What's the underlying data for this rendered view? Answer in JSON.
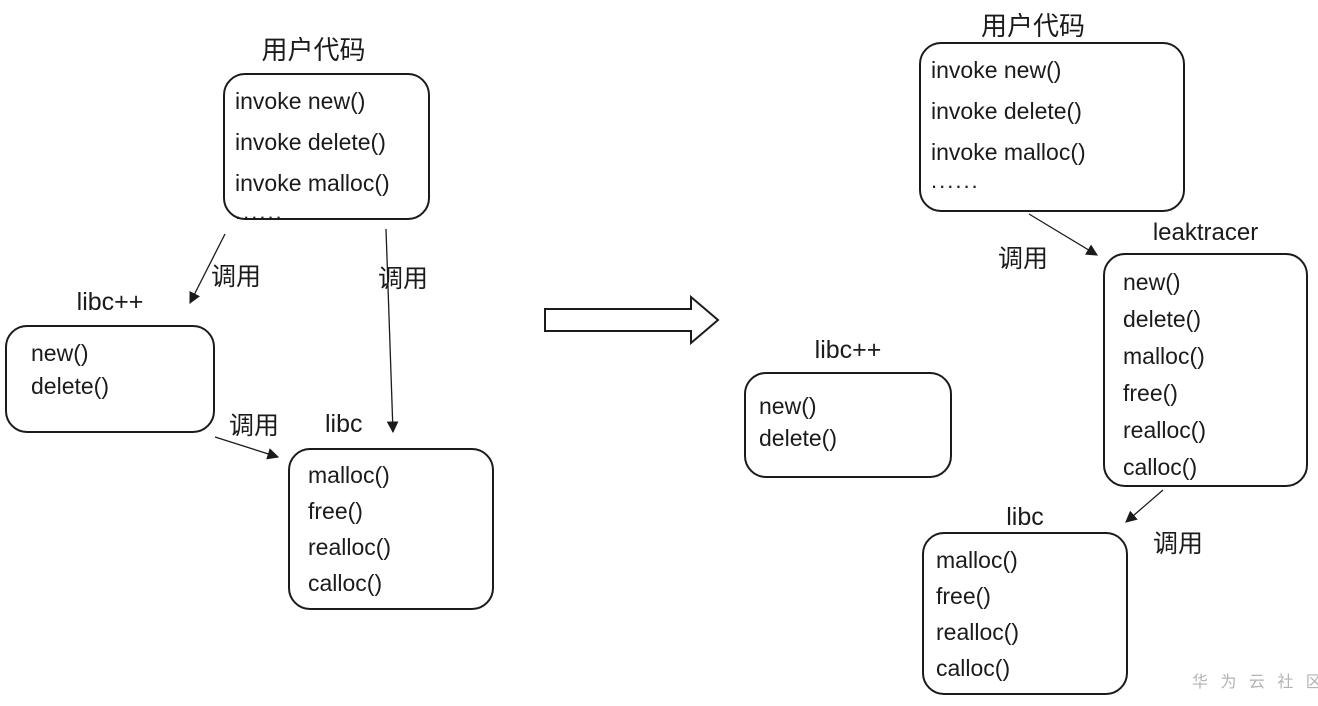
{
  "diagram": {
    "left": {
      "user_code": {
        "title": "用户代码",
        "lines": [
          "invoke new()",
          "invoke delete()",
          "invoke malloc()",
          "......"
        ]
      },
      "libcpp": {
        "title": "libc++",
        "lines": [
          "new()",
          "delete()"
        ]
      },
      "libc": {
        "title": "libc",
        "lines": [
          "malloc()",
          "free()",
          "realloc()",
          "calloc()"
        ]
      },
      "call_to_libcpp": "调用",
      "call_to_libc": "调用",
      "call_libcpp_to_libc": "调用"
    },
    "right": {
      "user_code": {
        "title": "用户代码",
        "lines": [
          "invoke new()",
          "invoke delete()",
          "invoke malloc()",
          "......"
        ]
      },
      "leaktracer": {
        "title": "leaktracer",
        "lines": [
          "new()",
          "delete()",
          "malloc()",
          "free()",
          "realloc()",
          "calloc()"
        ]
      },
      "libcpp": {
        "title": "libc++",
        "lines": [
          "new()",
          "delete()"
        ]
      },
      "libc": {
        "title": "libc",
        "lines": [
          "malloc()",
          "free()",
          "realloc()",
          "calloc()"
        ]
      },
      "call_to_leaktracer": "调用",
      "call_leaktracer_to_libc": "调用"
    },
    "watermark": "华 为 云 社 区",
    "colors": {
      "line": "#1b1b1b",
      "background": "#ffffff",
      "watermark": "#b3b3b3"
    }
  }
}
